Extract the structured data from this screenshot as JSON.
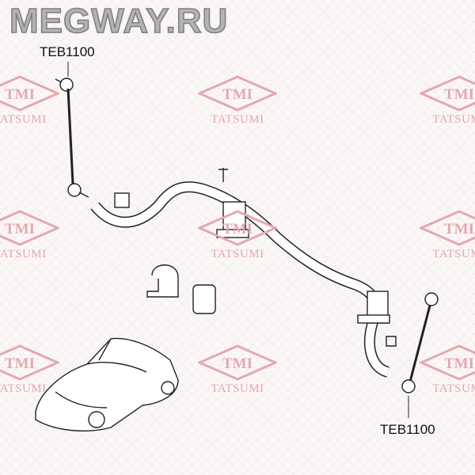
{
  "watermark": {
    "site": "MEGWAY.RU",
    "logo_text": "TMI",
    "brand": "TATSUMI",
    "color": "#e3a9ad"
  },
  "labels": {
    "top_left_part": "TEB1100",
    "bottom_right_part": "TEB1100"
  }
}
